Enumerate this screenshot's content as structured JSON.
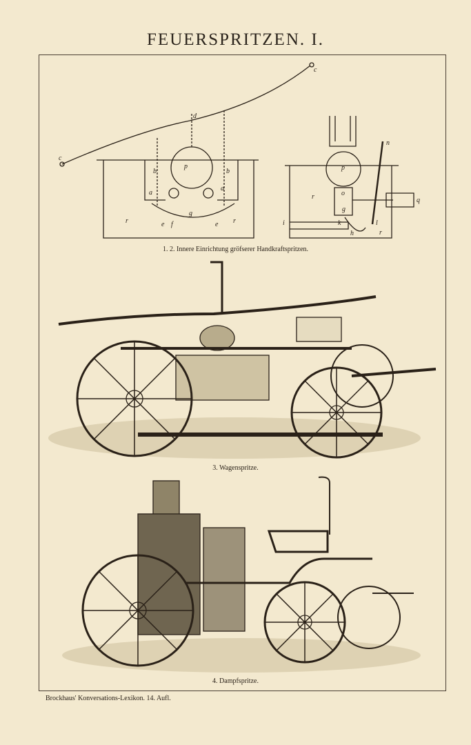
{
  "title": "FEUERSPRITZEN. I.",
  "figures": [
    {
      "caption": "1. 2. Innere Einrichtung gröfserer Handkraftspritzen.",
      "labels_fig1": [
        "c",
        "c",
        "d",
        "p",
        "a",
        "a",
        "b",
        "b",
        "r",
        "r",
        "e",
        "f",
        "g",
        "e"
      ],
      "labels_fig2": [
        "p",
        "o",
        "r",
        "n",
        "q",
        "i",
        "k",
        "h",
        "l",
        "r",
        "g"
      ]
    },
    {
      "caption": "3. Wagenspritze."
    },
    {
      "caption": "4. Dampfspritze."
    }
  ],
  "footer": "Brockhaus' Konversations-Lexikon.   14. Aufl."
}
